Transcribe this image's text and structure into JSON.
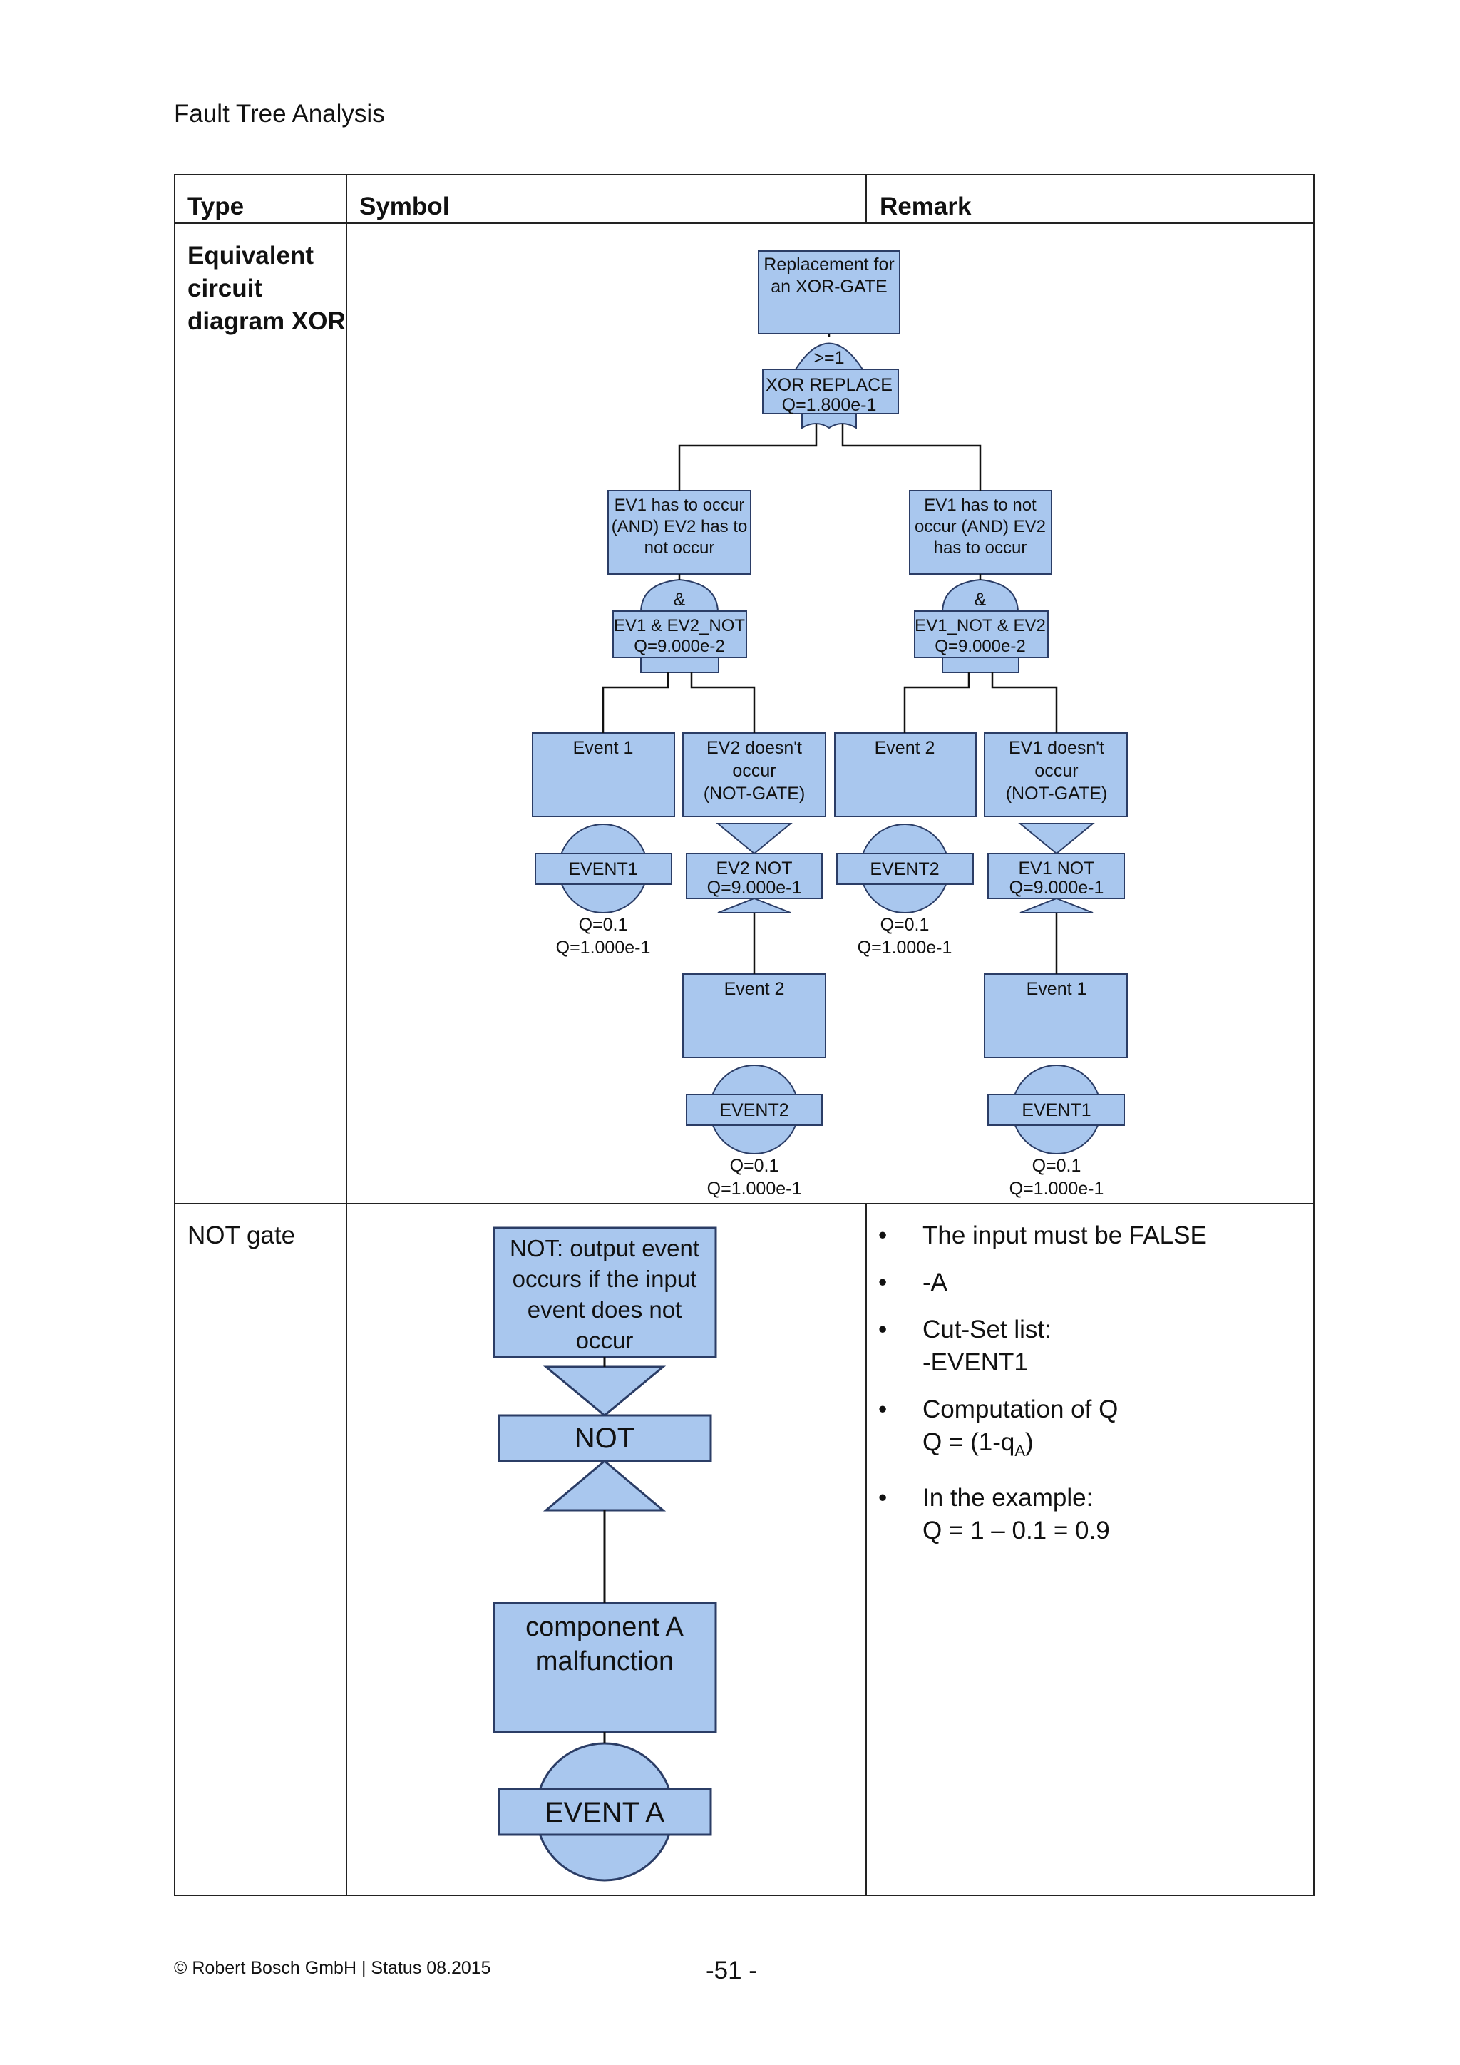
{
  "header": {
    "title": "Fault Tree Analysis"
  },
  "table": {
    "columns": [
      "Type",
      "Symbol",
      "Remark"
    ],
    "rows": [
      {
        "type": "Equivalent circuit diagram XOR",
        "type_lines": [
          "Equivalent",
          "circuit",
          "diagram XOR"
        ],
        "diagram": {
          "top_event": [
            "Replacement for",
            "an XOR-GATE"
          ],
          "top_gate": {
            "symbol": ">=1",
            "name": "XOR  REPLACE",
            "q": "Q=1.800e-1"
          },
          "left_branch": {
            "event": [
              "EV1 has to occur",
              "(AND) EV2 has to",
              "not occur"
            ],
            "gate": {
              "symbol": "&",
              "name": "EV1 & EV2_NOT",
              "q": "Q=9.000e-2"
            },
            "child_a": {
              "label": "Event 1",
              "basic": "EVENT1",
              "p": "Q=0.1",
              "q": "Q=1.000e-1"
            },
            "child_b": {
              "label": [
                "EV2 doesn't",
                "occur",
                "(NOT-GATE)"
              ],
              "gate_name": "EV2  NOT",
              "gate_q": "Q=9.000e-1",
              "sub": {
                "label": "Event 2",
                "basic": "EVENT2",
                "p": "Q=0.1",
                "q": "Q=1.000e-1"
              }
            }
          },
          "right_branch": {
            "event": [
              "EV1 has to not",
              "occur (AND) EV2",
              "has to occur"
            ],
            "gate": {
              "symbol": "&",
              "name": "EV1_NOT & EV2",
              "q": "Q=9.000e-2"
            },
            "child_a": {
              "label": "Event 2",
              "basic": "EVENT2",
              "p": "Q=0.1",
              "q": "Q=1.000e-1"
            },
            "child_b": {
              "label": [
                "EV1 doesn't",
                "occur",
                "(NOT-GATE)"
              ],
              "gate_name": "EV1  NOT",
              "gate_q": "Q=9.000e-1",
              "sub": {
                "label": "Event 1",
                "basic": "EVENT1",
                "p": "Q=0.1",
                "q": "Q=1.000e-1"
              }
            }
          }
        },
        "remark": []
      },
      {
        "type": "NOT gate",
        "diagram": {
          "top_event": [
            "NOT: output event",
            "occurs if the input",
            "event does not",
            "occur"
          ],
          "gate": "NOT",
          "component": [
            "component A",
            "malfunction"
          ],
          "basic": "EVENT A"
        },
        "remark": [
          {
            "lines": [
              "The input must be FALSE"
            ]
          },
          {
            "lines": [
              "-A"
            ]
          },
          {
            "lines": [
              "Cut-Set list:",
              "-EVENT1"
            ]
          },
          {
            "lines": [
              "Computation of Q",
              "Q = (1-q",
              ")"
            ],
            "subscript": "A"
          },
          {
            "lines": [
              "In the example:",
              "Q = 1 – 0.1 = 0.9"
            ]
          }
        ]
      }
    ]
  },
  "footer": {
    "copyright": "© Robert Bosch GmbH | Status 08.2015",
    "page": "-51 -"
  },
  "colors": {
    "box_fill": "#a9c7ee",
    "box_stroke": "#2b3d66",
    "line": "#111111"
  }
}
